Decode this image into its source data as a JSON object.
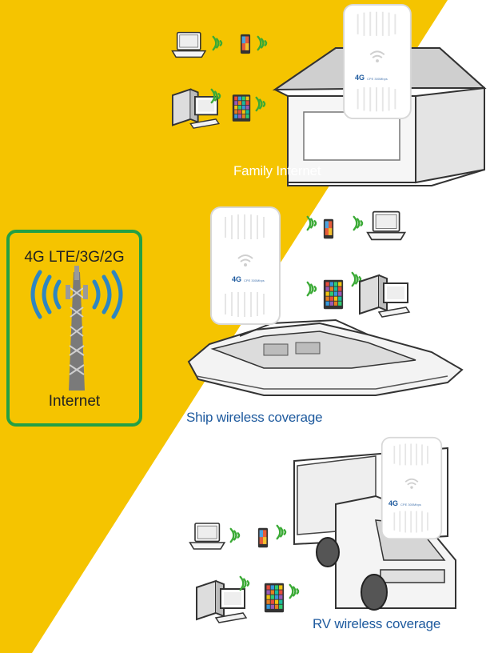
{
  "network_box": {
    "title": "4G LTE/3G/2G",
    "caption": "Internet"
  },
  "scenes": {
    "family": "Family Internet",
    "ship": "Ship wireless coverage",
    "rv": "RV wireless coverage"
  },
  "device_brand": {
    "logo": "4G",
    "model": "CPE 300Mbps"
  },
  "colors": {
    "yellow_bg": "#f5c400",
    "white_bg": "#ffffff",
    "green_border": "#23a045",
    "wifi_green": "#3aaa35",
    "signal_blue": "#2e86c1",
    "caption_blue": "#1e5a9e"
  },
  "icons": [
    "laptop-icon",
    "phone-icon",
    "tablet-icon",
    "desktop-pc-icon",
    "router-icon",
    "cell-tower-icon",
    "wifi-waves-icon",
    "house-icon",
    "yacht-icon",
    "truck-icon"
  ]
}
